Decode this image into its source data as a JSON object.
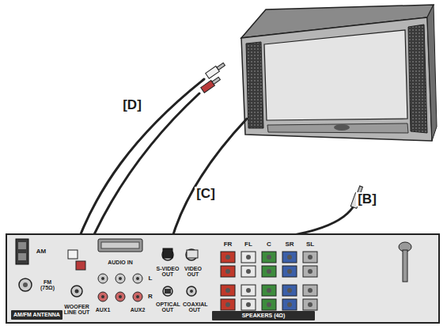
{
  "diagram": {
    "nodes": [
      {
        "text": [
          "AM/FM ANTENNA"
        ]
      },
      {
        "text": [
          "SPEAKERS (4Ω)"
        ]
      }
    ],
    "edges": [],
    "labels": [
      "[D]",
      "[C]",
      "[B]",
      "AM",
      "FM (75Ω)",
      "WOOFER LINE OUT",
      "AUDIO IN",
      "L",
      "R",
      "AUX1",
      "AUX2",
      "S-VIDEO OUT",
      "VIDEO OUT",
      "OPTICAL OUT",
      "COAXIAL OUT",
      "FR",
      "FL",
      "C",
      "SR",
      "SL"
    ]
  }
}
